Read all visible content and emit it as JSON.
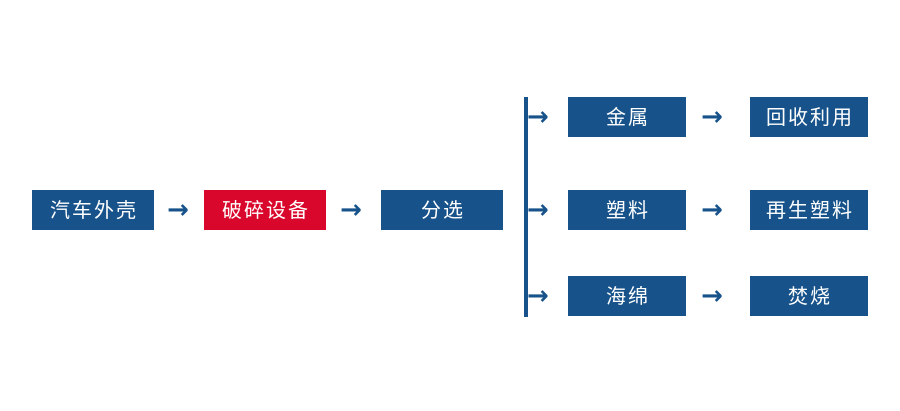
{
  "diagram": {
    "type": "flowchart",
    "title": "",
    "background_color": "#ffffff",
    "colors": {
      "primary_blue": "#17538A",
      "highlight_red": "#D9072B",
      "node_text": "#ffffff",
      "connector": "#17538A"
    },
    "arrow_glyph": "→",
    "main_chain": [
      {
        "id": "car-shell",
        "label": "汽车外壳",
        "color": "blue"
      },
      {
        "id": "crushing-equipment",
        "label": "破碎设备",
        "color": "red"
      },
      {
        "id": "sorting",
        "label": "分选",
        "color": "blue"
      }
    ],
    "branches": [
      {
        "id": "metal",
        "material": {
          "id": "metal-material",
          "label": "金属",
          "color": "blue"
        },
        "outcome": {
          "id": "metal-outcome",
          "label": "回收利用",
          "color": "blue"
        }
      },
      {
        "id": "plastic",
        "material": {
          "id": "plastic-material",
          "label": "塑料",
          "color": "blue"
        },
        "outcome": {
          "id": "plastic-outcome",
          "label": "再生塑料",
          "color": "blue"
        }
      },
      {
        "id": "sponge",
        "material": {
          "id": "sponge-material",
          "label": "海绵",
          "color": "blue"
        },
        "outcome": {
          "id": "sponge-outcome",
          "label": "焚烧",
          "color": "blue"
        }
      }
    ]
  }
}
